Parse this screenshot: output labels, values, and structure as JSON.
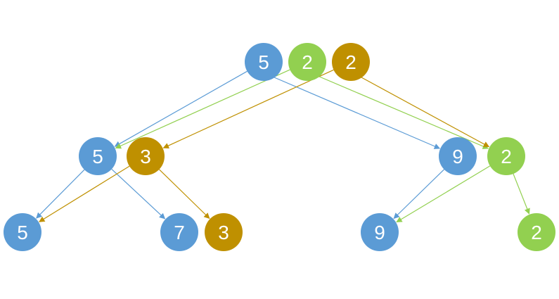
{
  "colors": {
    "blue": "#5b9bd5",
    "green": "#92d050",
    "gold": "#bf9000",
    "background": "#ffffff"
  },
  "nodes": [
    {
      "id": "root-blue",
      "label": "5",
      "color": "blue"
    },
    {
      "id": "root-green",
      "label": "2",
      "color": "green"
    },
    {
      "id": "root-gold",
      "label": "2",
      "color": "gold"
    },
    {
      "id": "left-blue",
      "label": "5",
      "color": "blue"
    },
    {
      "id": "left-gold",
      "label": "3",
      "color": "gold"
    },
    {
      "id": "right-blue",
      "label": "9",
      "color": "blue"
    },
    {
      "id": "right-green",
      "label": "2",
      "color": "green"
    },
    {
      "id": "left-left-blue",
      "label": "5",
      "color": "blue"
    },
    {
      "id": "left-right-blue",
      "label": "7",
      "color": "blue"
    },
    {
      "id": "left-right-gold",
      "label": "3",
      "color": "gold"
    },
    {
      "id": "right-left-blue",
      "label": "9",
      "color": "blue"
    },
    {
      "id": "right-right-green",
      "label": "2",
      "color": "green"
    }
  ],
  "edges": [
    {
      "from": "root-blue",
      "to": "left-blue",
      "color": "blue"
    },
    {
      "from": "root-blue",
      "to": "right-blue",
      "color": "blue"
    },
    {
      "from": "root-green",
      "to": "left-blue",
      "color": "green"
    },
    {
      "from": "root-green",
      "to": "right-green",
      "color": "green"
    },
    {
      "from": "root-gold",
      "to": "left-gold",
      "color": "gold"
    },
    {
      "from": "root-gold",
      "to": "right-green",
      "color": "gold"
    },
    {
      "from": "left-blue",
      "to": "left-left-blue",
      "color": "blue"
    },
    {
      "from": "left-blue",
      "to": "left-right-blue",
      "color": "blue"
    },
    {
      "from": "left-gold",
      "to": "left-left-blue",
      "color": "gold"
    },
    {
      "from": "left-gold",
      "to": "left-right-gold",
      "color": "gold"
    },
    {
      "from": "right-blue",
      "to": "right-left-blue",
      "color": "blue"
    },
    {
      "from": "right-green",
      "to": "right-left-blue",
      "color": "green"
    },
    {
      "from": "right-green",
      "to": "right-right-green",
      "color": "green"
    }
  ]
}
